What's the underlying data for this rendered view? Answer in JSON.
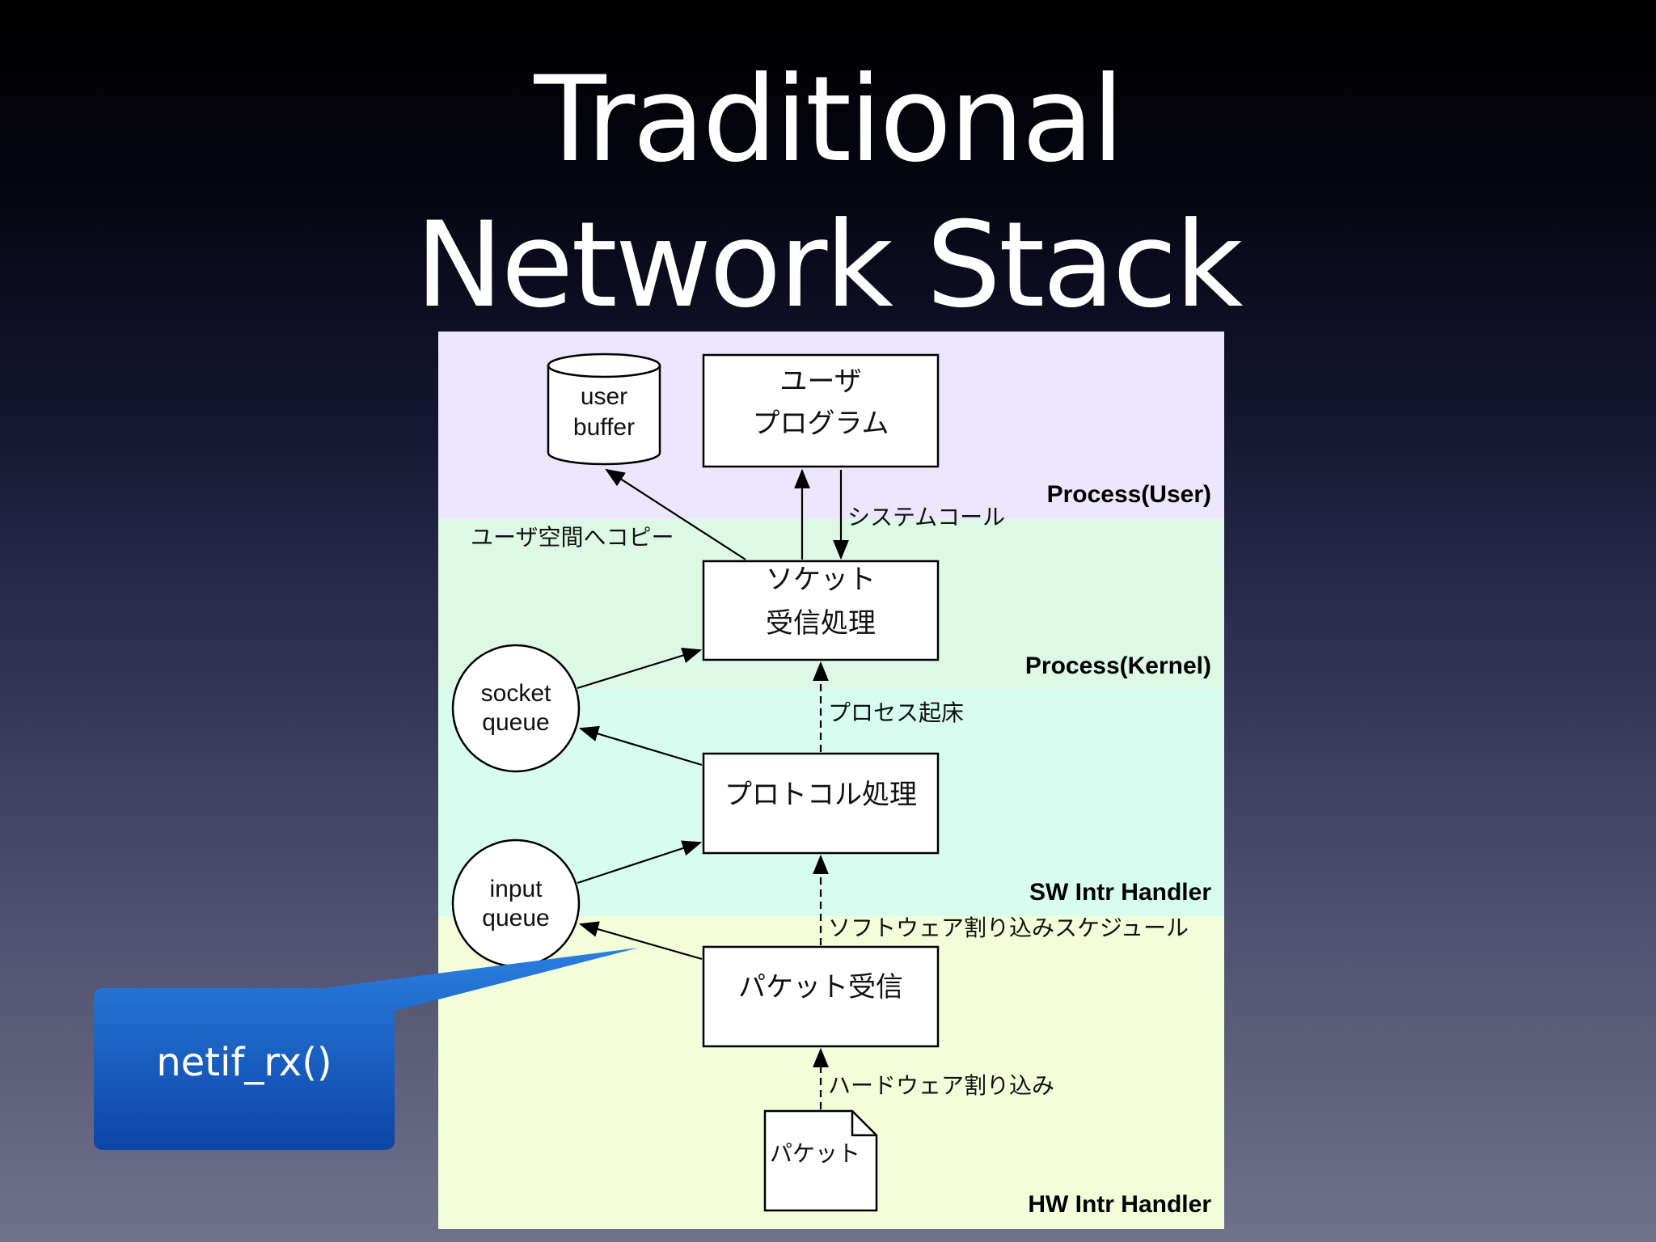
{
  "title": {
    "line1": "Traditional",
    "line2": "Network Stack"
  },
  "layers": {
    "process_user": "Process(User)",
    "process_kernel": "Process(Kernel)",
    "sw_intr_handler": "SW Intr Handler",
    "hw_intr_handler": "HW Intr Handler"
  },
  "nodes": {
    "user_buffer": {
      "line1": "user",
      "line2": "buffer"
    },
    "user_program": {
      "line1": "ユーザ",
      "line2": "プログラム"
    },
    "socket_receive": {
      "line1": "ソケット",
      "line2": "受信処理"
    },
    "socket_queue": {
      "line1": "socket",
      "line2": "queue"
    },
    "protocol_processing": "プロトコル処理",
    "input_queue": {
      "line1": "input",
      "line2": "queue"
    },
    "packet_receive": "パケット受信",
    "packet": "パケット"
  },
  "edges": {
    "copy_to_user": "ユーザ空間へコピー",
    "system_call": "システムコール",
    "process_wakeup": "プロセス起床",
    "software_interrupt_schedule": "ソフトウェア割り込みスケジュール",
    "hardware_interrupt": "ハードウェア割り込み"
  },
  "callout": {
    "label": "netif_rx()"
  },
  "colors": {
    "process_user_bg": "#ebe6fb",
    "process_kernel_bg": "#ddf9e6",
    "sw_intr_bg": "#d7fdf0",
    "hw_intr_bg": "#f3fdd9",
    "callout_blue": "#1560c7"
  }
}
